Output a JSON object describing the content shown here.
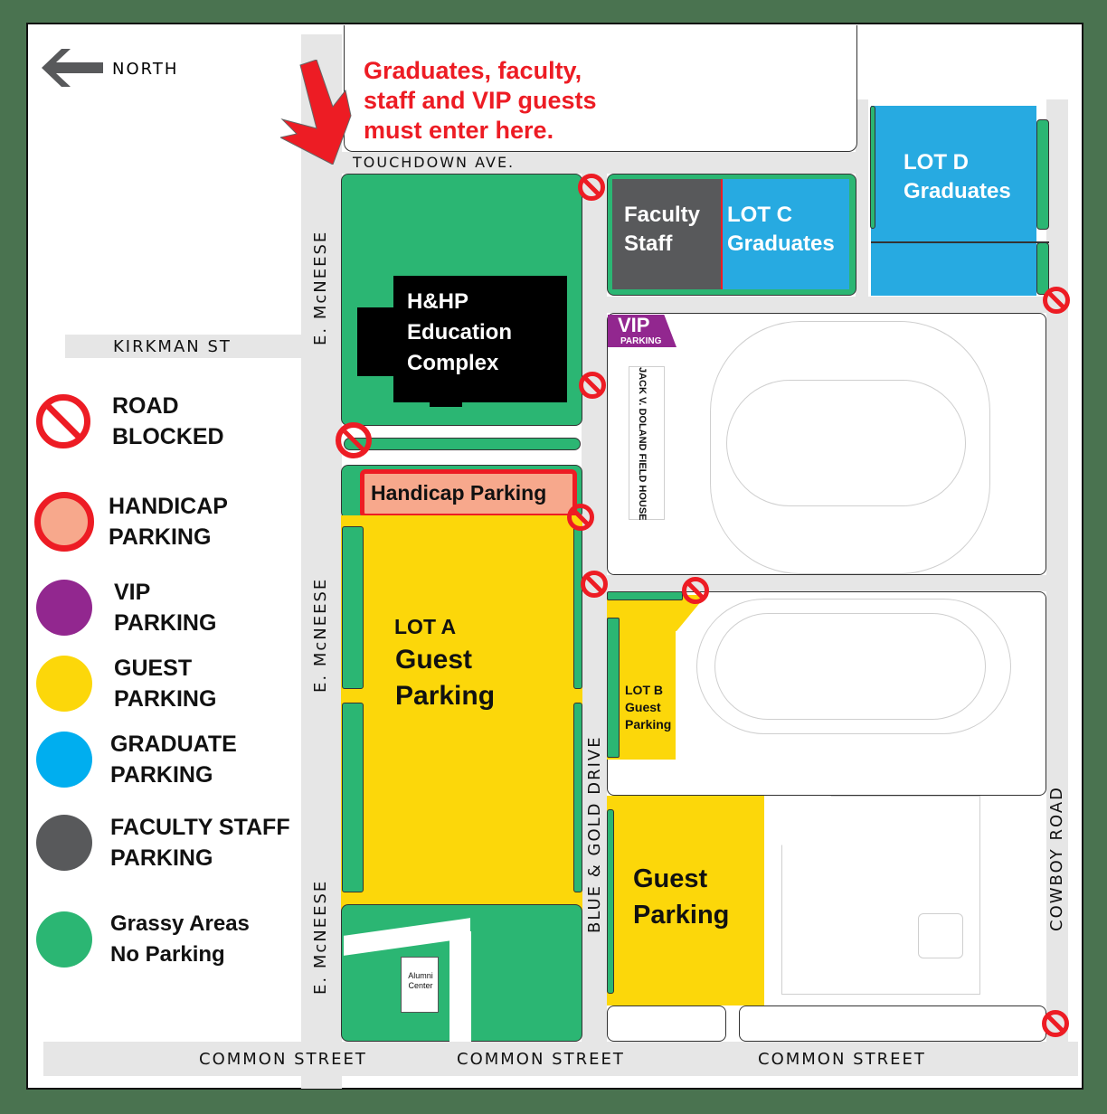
{
  "compass": {
    "label": "NORTH",
    "arrow": "arrow-left-icon"
  },
  "notice": {
    "text": "Graduates, faculty,\nstaff and VIP guests\nmust enter here.",
    "color": "#ed1c24"
  },
  "streets": {
    "touchdown": "TOUCHDOWN AVE.",
    "kirkman": "KIRKMAN ST",
    "mcneese_top": "E. McNEESE",
    "mcneese_mid": "E. McNEESE",
    "mcneese_bottom": "E. McNEESE",
    "blue_gold": "BLUE & GOLD DRIVE",
    "cowboy": "COWBOY ROAD",
    "common_1": "COMMON STREET",
    "common_2": "COMMON STREET",
    "common_3": "COMMON STREET"
  },
  "buildings": {
    "hhp": "H&HP\nEducation\nComplex",
    "field_house": "JACK V. DOLAND FIELD HOUSE",
    "alumni": "Alumni\nCenter"
  },
  "lots": {
    "faculty": "Faculty\nStaff",
    "lot_c": "LOT C\nGraduates",
    "lot_d": "LOT D\nGraduates",
    "vip_main": "VIP",
    "vip_sub": "PARKING",
    "handicap": "Handicap Parking",
    "lot_a_title": "LOT A",
    "lot_a_sub": "Guest\nParking",
    "lot_b": "LOT B\nGuest\nParking",
    "guest_south": "Guest\nParking"
  },
  "legend": [
    {
      "label": "ROAD\nBLOCKED",
      "icon": "road-blocked-icon"
    },
    {
      "label": "HANDICAP\nPARKING",
      "color": "#f7a88c",
      "border": "#ed1c24"
    },
    {
      "label": "VIP\nPARKING",
      "color": "#92278f"
    },
    {
      "label": "GUEST\nPARKING",
      "color": "#fcd70a"
    },
    {
      "label": "GRADUATE\nPARKING",
      "color": "#00aeef"
    },
    {
      "label": "FACULTY STAFF\nPARKING",
      "color": "#58595b"
    },
    {
      "label": "Grassy Areas\nNo Parking",
      "color": "#2bb673"
    }
  ],
  "colors": {
    "grass": "#2bb673",
    "guest": "#fcd70a",
    "graduate": "#27aae1",
    "faculty": "#58595b",
    "vip": "#92278f",
    "handicap_fill": "#f7a88c",
    "alert_red": "#ed1c24",
    "road": "#e6e6e6",
    "background": "#4a7350"
  }
}
